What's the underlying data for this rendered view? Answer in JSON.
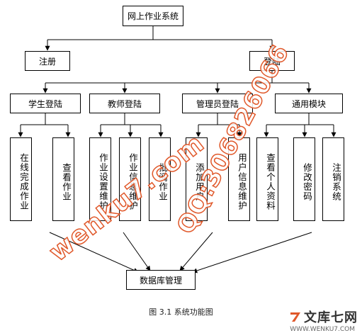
{
  "diagram": {
    "root": "网上作业系统",
    "level1": [
      "注册",
      "登陆"
    ],
    "level2": [
      "学生登陆",
      "教师登陆",
      "管理员登陆",
      "通用模块"
    ],
    "leaves": [
      "在线完成作业",
      "查看作业",
      "作业设置维护",
      "作业信息维护",
      "批阅作业",
      "添加用户",
      "用户信息维护",
      "查看个人资料",
      "修改密码",
      "注销系统"
    ],
    "database": "数据库管理"
  },
  "caption": "图 3.1 系统功能图",
  "watermark": {
    "left": "wenku7.com",
    "right": "QQ:306826066"
  },
  "brand": {
    "name": "文库七网",
    "url": "WWW.WENKU7.COM"
  }
}
